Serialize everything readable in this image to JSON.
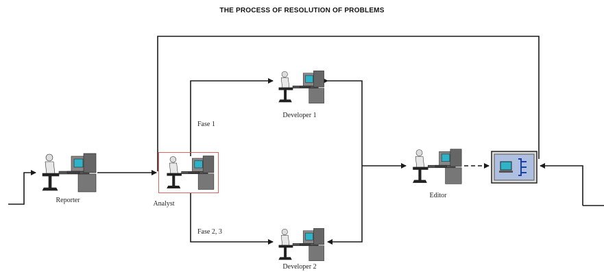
{
  "title": "THE PROCESS OF RESOLUTION OF PROBLEMS",
  "nodes": {
    "reporter": {
      "label": "Reporter",
      "icon": "workstation-icon"
    },
    "analyst": {
      "label": "Analyst",
      "icon": "workstation-icon",
      "highlighted": true
    },
    "developer1": {
      "label": "Developer 1",
      "icon": "workstation-icon"
    },
    "developer2": {
      "label": "Developer 2",
      "icon": "workstation-icon"
    },
    "editor": {
      "label": "Editor",
      "icon": "workstation-icon"
    },
    "output": {
      "label": "",
      "icon": "system-terminal-icon"
    }
  },
  "edges": {
    "fase1": "Fase 1",
    "fase23": "Fase 2, 3"
  },
  "colors": {
    "line": "#1a1a1a",
    "highlight": "#e06060",
    "monitor_screen": "#2fb3c8",
    "terminal_bg": "#aebfe0"
  }
}
